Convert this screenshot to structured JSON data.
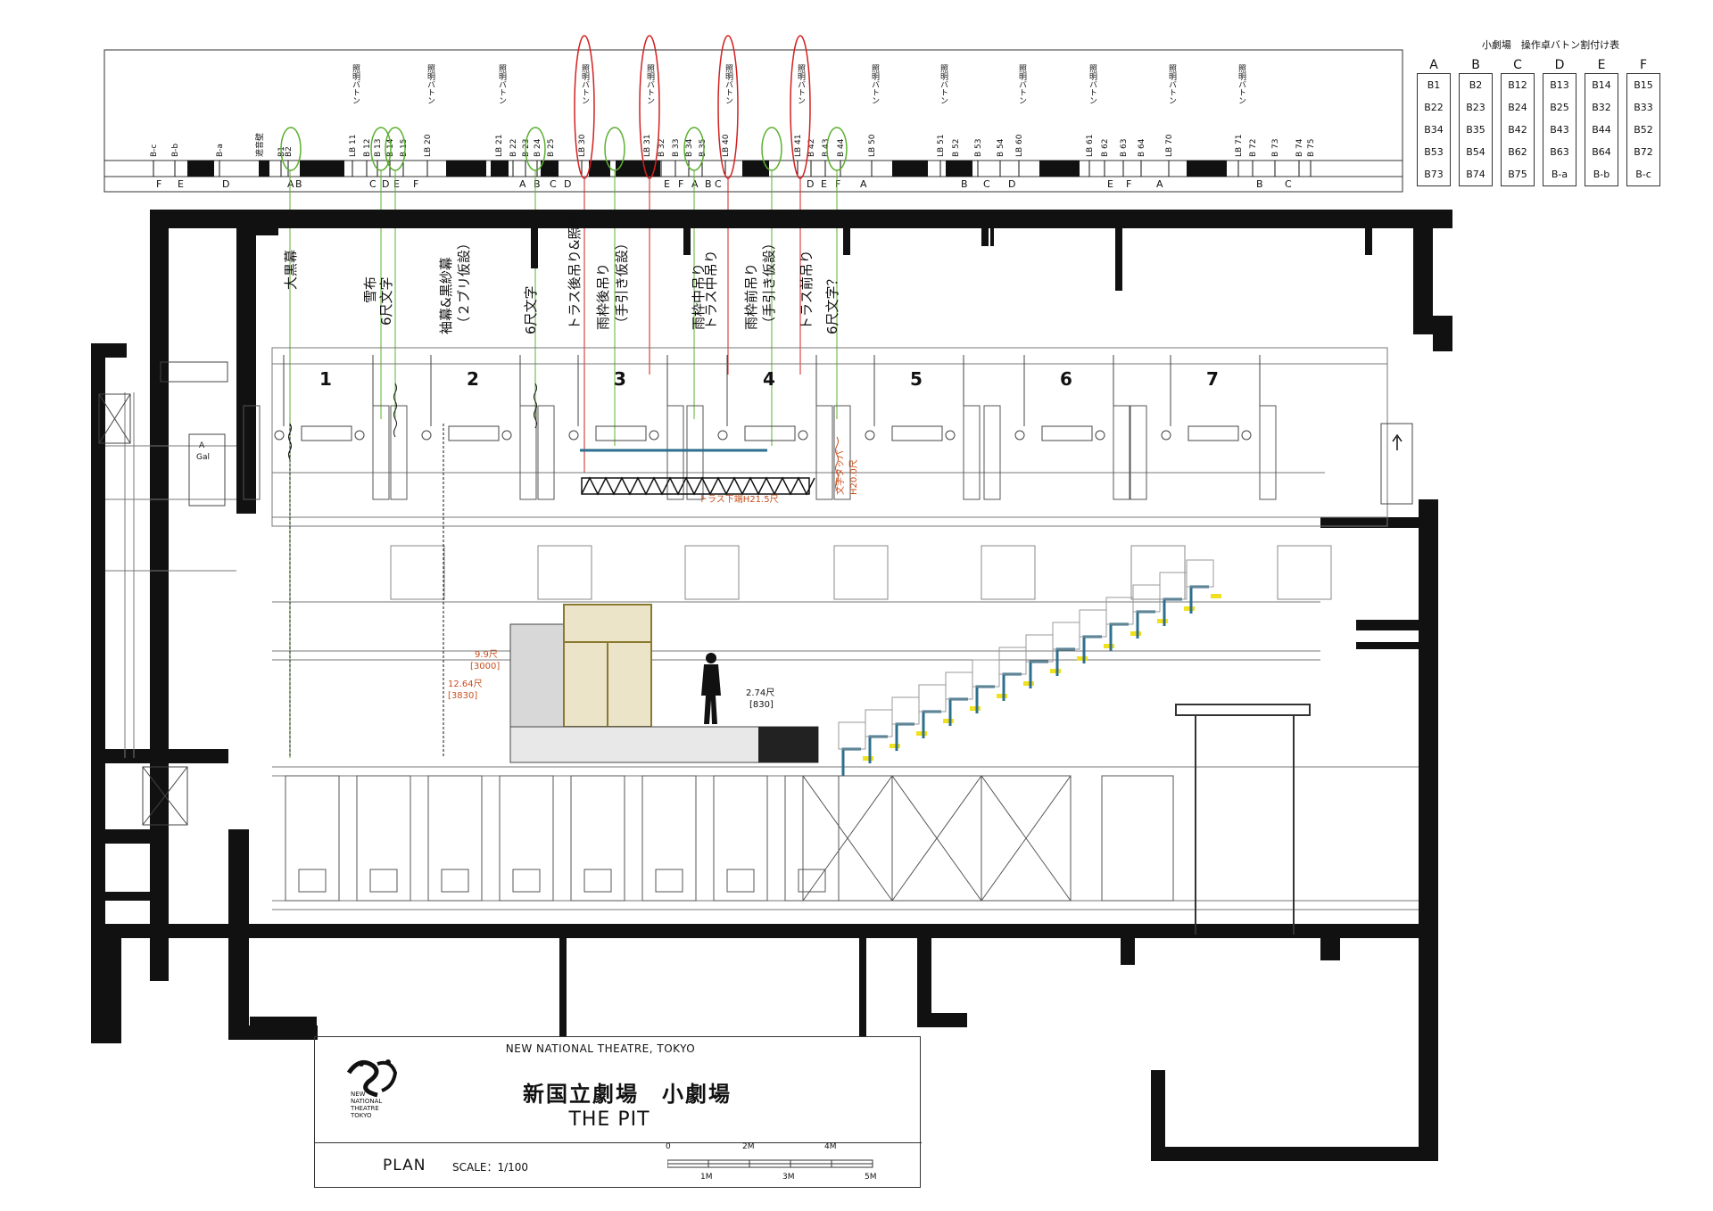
{
  "batten_table": {
    "title": "小劇場　操作卓バトン割付け表",
    "columns": [
      {
        "header": "A",
        "cells": [
          "B1",
          "B22",
          "B34",
          "B53",
          "B73"
        ]
      },
      {
        "header": "B",
        "cells": [
          "B2",
          "B23",
          "B35",
          "B54",
          "B74"
        ]
      },
      {
        "header": "C",
        "cells": [
          "B12",
          "B24",
          "B42",
          "B62",
          "B75"
        ]
      },
      {
        "header": "D",
        "cells": [
          "B13",
          "B25",
          "B43",
          "B63",
          "B-a"
        ]
      },
      {
        "header": "E",
        "cells": [
          "B14",
          "B32",
          "B44",
          "B64",
          "B-b"
        ]
      },
      {
        "header": "F",
        "cells": [
          "B15",
          "B33",
          "B52",
          "B72",
          "B-c"
        ]
      }
    ]
  },
  "section": {
    "batten_labels": [
      "B-c",
      "B-b",
      "B-a",
      "遮音壁",
      "B1",
      "B2",
      "LB 11",
      "B 12",
      "B 13",
      "B 14",
      "B 15",
      "LB 20",
      "LB 21",
      "B 22",
      "B 23",
      "B 24",
      "B 25",
      "LB 30",
      "LB 31",
      "B 32",
      "B 33",
      "B 34",
      "B 35",
      "LB 40",
      "LB 41",
      "B 42",
      "B 43",
      "B 44",
      "LB 50",
      "LB 51",
      "B 52",
      "B 53",
      "B 54",
      "LB 60",
      "LB 61",
      "B 62",
      "B 63",
      "B 64",
      "LB 70",
      "LB 71",
      "B 72",
      "B 73",
      "B 74",
      "B 75"
    ],
    "lighting_batten_text": "照明バトン",
    "console_row": [
      "F",
      "E",
      "D",
      "A",
      "B",
      "C",
      "D",
      "E",
      "F",
      "A",
      "B",
      "C",
      "D",
      "E",
      "F",
      "A",
      "B",
      "C",
      "D",
      "E",
      "F",
      "A",
      "B",
      "C",
      "D",
      "E",
      "F",
      "A",
      "B",
      "C"
    ],
    "hangings": [
      "大黒幕",
      "雪布",
      "6尺文字",
      "袖幕&黒紗幕",
      "（２ブリ仮設）",
      "6尺文字",
      "トラス後吊り&照明",
      "雨枠後吊り",
      "（手引き仮設）",
      "雨枠中吊り",
      "トラス中吊り",
      "雨枠前吊り",
      "（手引き仮設）",
      "トラス前吊り",
      "6尺文字？"
    ],
    "zones": [
      "1",
      "2",
      "3",
      "4",
      "5",
      "6",
      "7"
    ],
    "gallery_label": "A\nGal",
    "dimensions": {
      "truss_bottom": "トラス下端H21.5尺",
      "letter_taupa": "文字タッパ",
      "letter_height": "H20.0尺",
      "d1": "9.9尺",
      "d1_mm": "[3000]",
      "d2": "12.64尺",
      "d2_mm": "[3830]",
      "d3": "2.74尺",
      "d3_mm": "[830]"
    }
  },
  "title_block": {
    "organization": "NEW NATIONAL THEATRE, TOKYO",
    "logo_text": [
      "NEW",
      "NATIONAL",
      "THEATRE",
      "TOKYO"
    ],
    "name_jp": "新国立劇場　小劇場",
    "name_en": "THE PIT",
    "plan_label": "PLAN",
    "scale": "SCALE：1/100",
    "scale_top": [
      "0",
      "2M",
      "4M"
    ],
    "scale_bottom": [
      "1M",
      "3M",
      "5M"
    ]
  },
  "colors": {
    "wall": "#111111",
    "red_circle": "#d22020",
    "green_circle": "#5cb030",
    "dimension": "#c8501e",
    "seat": "#2e6f8e",
    "seat_accent": "#f0e020"
  }
}
